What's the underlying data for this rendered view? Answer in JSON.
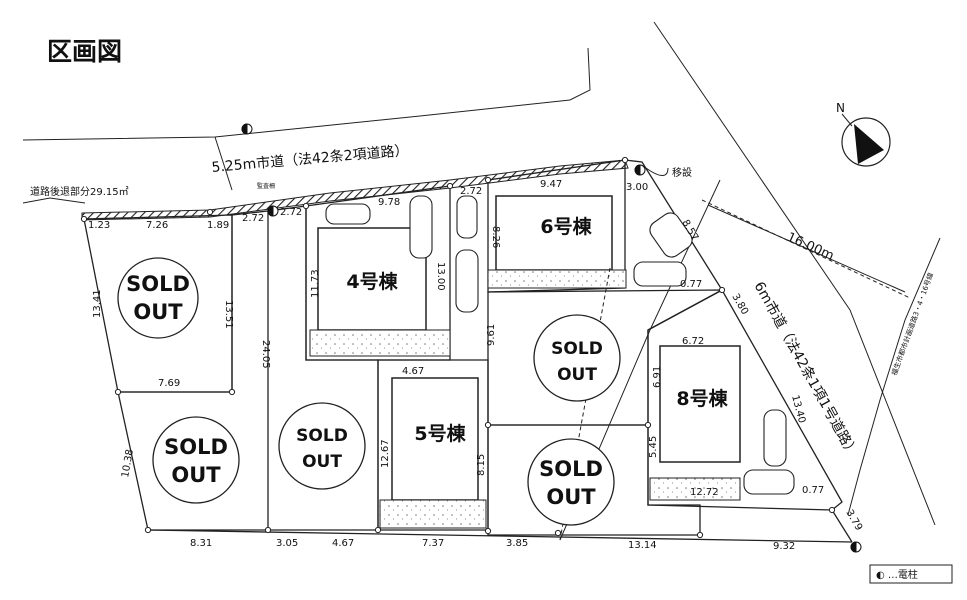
{
  "title": "区画図",
  "roads": {
    "north": "5.25m市道（法42条2項道路）",
    "east": "6m市道（法42条1項1号道路）",
    "setback": "道路後退部分29.15㎡",
    "east_width": "16.00m",
    "far_note": "福生市都市計画道路3・4・16号線",
    "relocation": "移設",
    "pole_tag": "監査柵"
  },
  "compass": "N",
  "lots": {
    "b4": "4号棟",
    "b5": "5号棟",
    "b6": "6号棟",
    "b8": "8号棟"
  },
  "sold": {
    "line1": "SOLD",
    "line2": "OUT"
  },
  "legend": "◐ …電柱",
  "dims": {
    "d1": "1.23",
    "d2": "7.26",
    "d3": "1.89",
    "d4": "2.72",
    "d5": "2.72",
    "d6": "9.78",
    "d7": "2.72",
    "d8": "9.47",
    "d9": "3.00",
    "d10": "8.57",
    "d11": "13.41",
    "d12": "13.51",
    "d13": "7.69",
    "d14": "24.05",
    "d15": "11.73",
    "d16": "13.00",
    "d17": "8.26",
    "d18": "0.77",
    "d19": "3.80",
    "d20": "9.61",
    "d21": "6.72",
    "d22": "6.91",
    "d23": "4.67",
    "d24": "13.40",
    "d25": "10.38",
    "d26": "12.67",
    "d27": "8.15",
    "d28": "5.45",
    "d29": "12.72",
    "d30": "0.77",
    "d31": "3.79",
    "d32": "8.31",
    "d33": "3.05",
    "d34": "4.67",
    "d35": "7.37",
    "d36": "3.85",
    "d37": "13.14",
    "d38": "9.32"
  }
}
